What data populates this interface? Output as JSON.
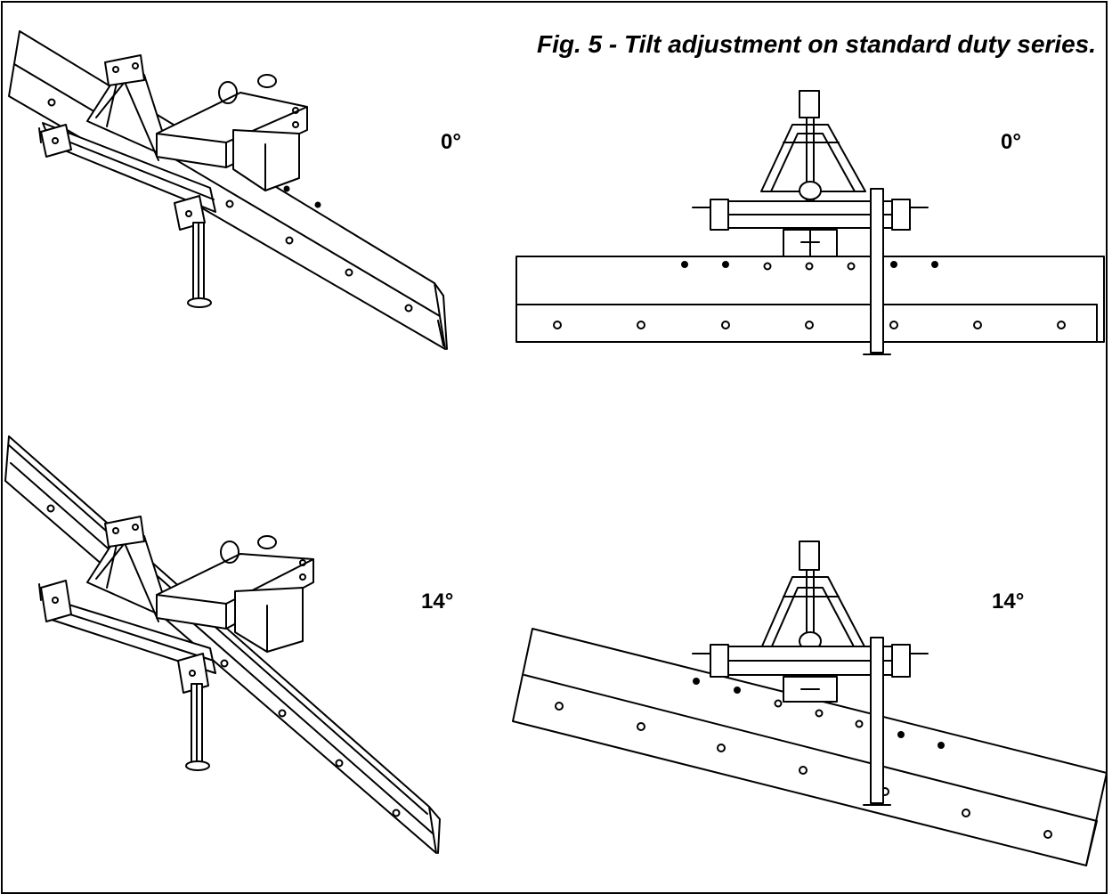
{
  "figure": {
    "caption": "Fig. 5 - Tilt adjustment on standard duty series."
  },
  "panels": {
    "top_left": {
      "angle_label": "0°"
    },
    "top_right": {
      "angle_label": "0°"
    },
    "bottom_left": {
      "angle_label": "14°"
    },
    "bottom_right": {
      "angle_label": "14°"
    }
  },
  "colors": {
    "line": "#000000",
    "background": "#ffffff"
  }
}
